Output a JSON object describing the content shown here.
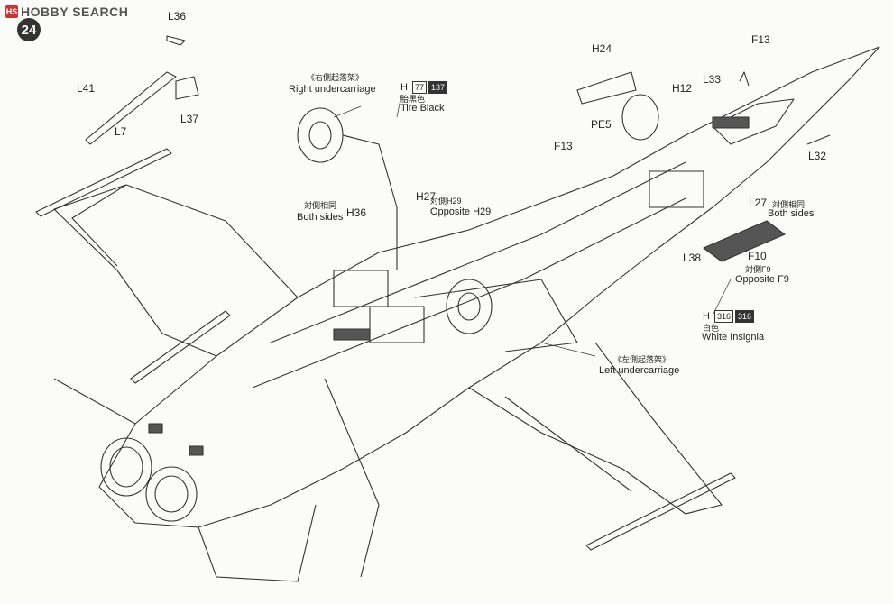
{
  "header": {
    "logo_mark": "HS",
    "logo_text": "HOBBY SEARCH",
    "step_number": "24"
  },
  "parts": {
    "L36": "L36",
    "L41": "L41",
    "L7": "L7",
    "L37": "L37",
    "H24": "H24",
    "H12": "H12",
    "PE5": "PE5",
    "F13_left": "F13",
    "F13_top": "F13",
    "L33": "L33",
    "L32": "L32",
    "H27": "H27",
    "H36": "H36",
    "L27": "L27",
    "F10": "F10",
    "L38": "L38"
  },
  "callouts": {
    "right_uc_cn": "《右側起落架》",
    "right_uc_en": "Right undercarriage",
    "tire_letter": "H",
    "tire_chip1": "77",
    "tire_chip2": "137",
    "tire_cn": "胎黒色",
    "tire_en": "Tire Black",
    "both_sides_cn_1": "対側相同",
    "both_sides_en_1": "Both sides",
    "opp_h29_cn": "対側H29",
    "opp_h29_en": "Opposite H29",
    "both_sides_cn_2": "対側相同",
    "both_sides_en_2": "Both sides",
    "opp_f9_cn": "対側F9",
    "opp_f9_en": "Opposite F9",
    "insig_letter": "H",
    "insig_chip1": "316",
    "insig_chip2": "316",
    "insig_cn": "白色",
    "insig_en": "White Insignia",
    "left_uc_cn": "《左側起落架》",
    "left_uc_en": "Left undercarriage"
  },
  "colors": {
    "line": "#333333",
    "fill": "#fbfbf9",
    "panel": "#555555"
  }
}
